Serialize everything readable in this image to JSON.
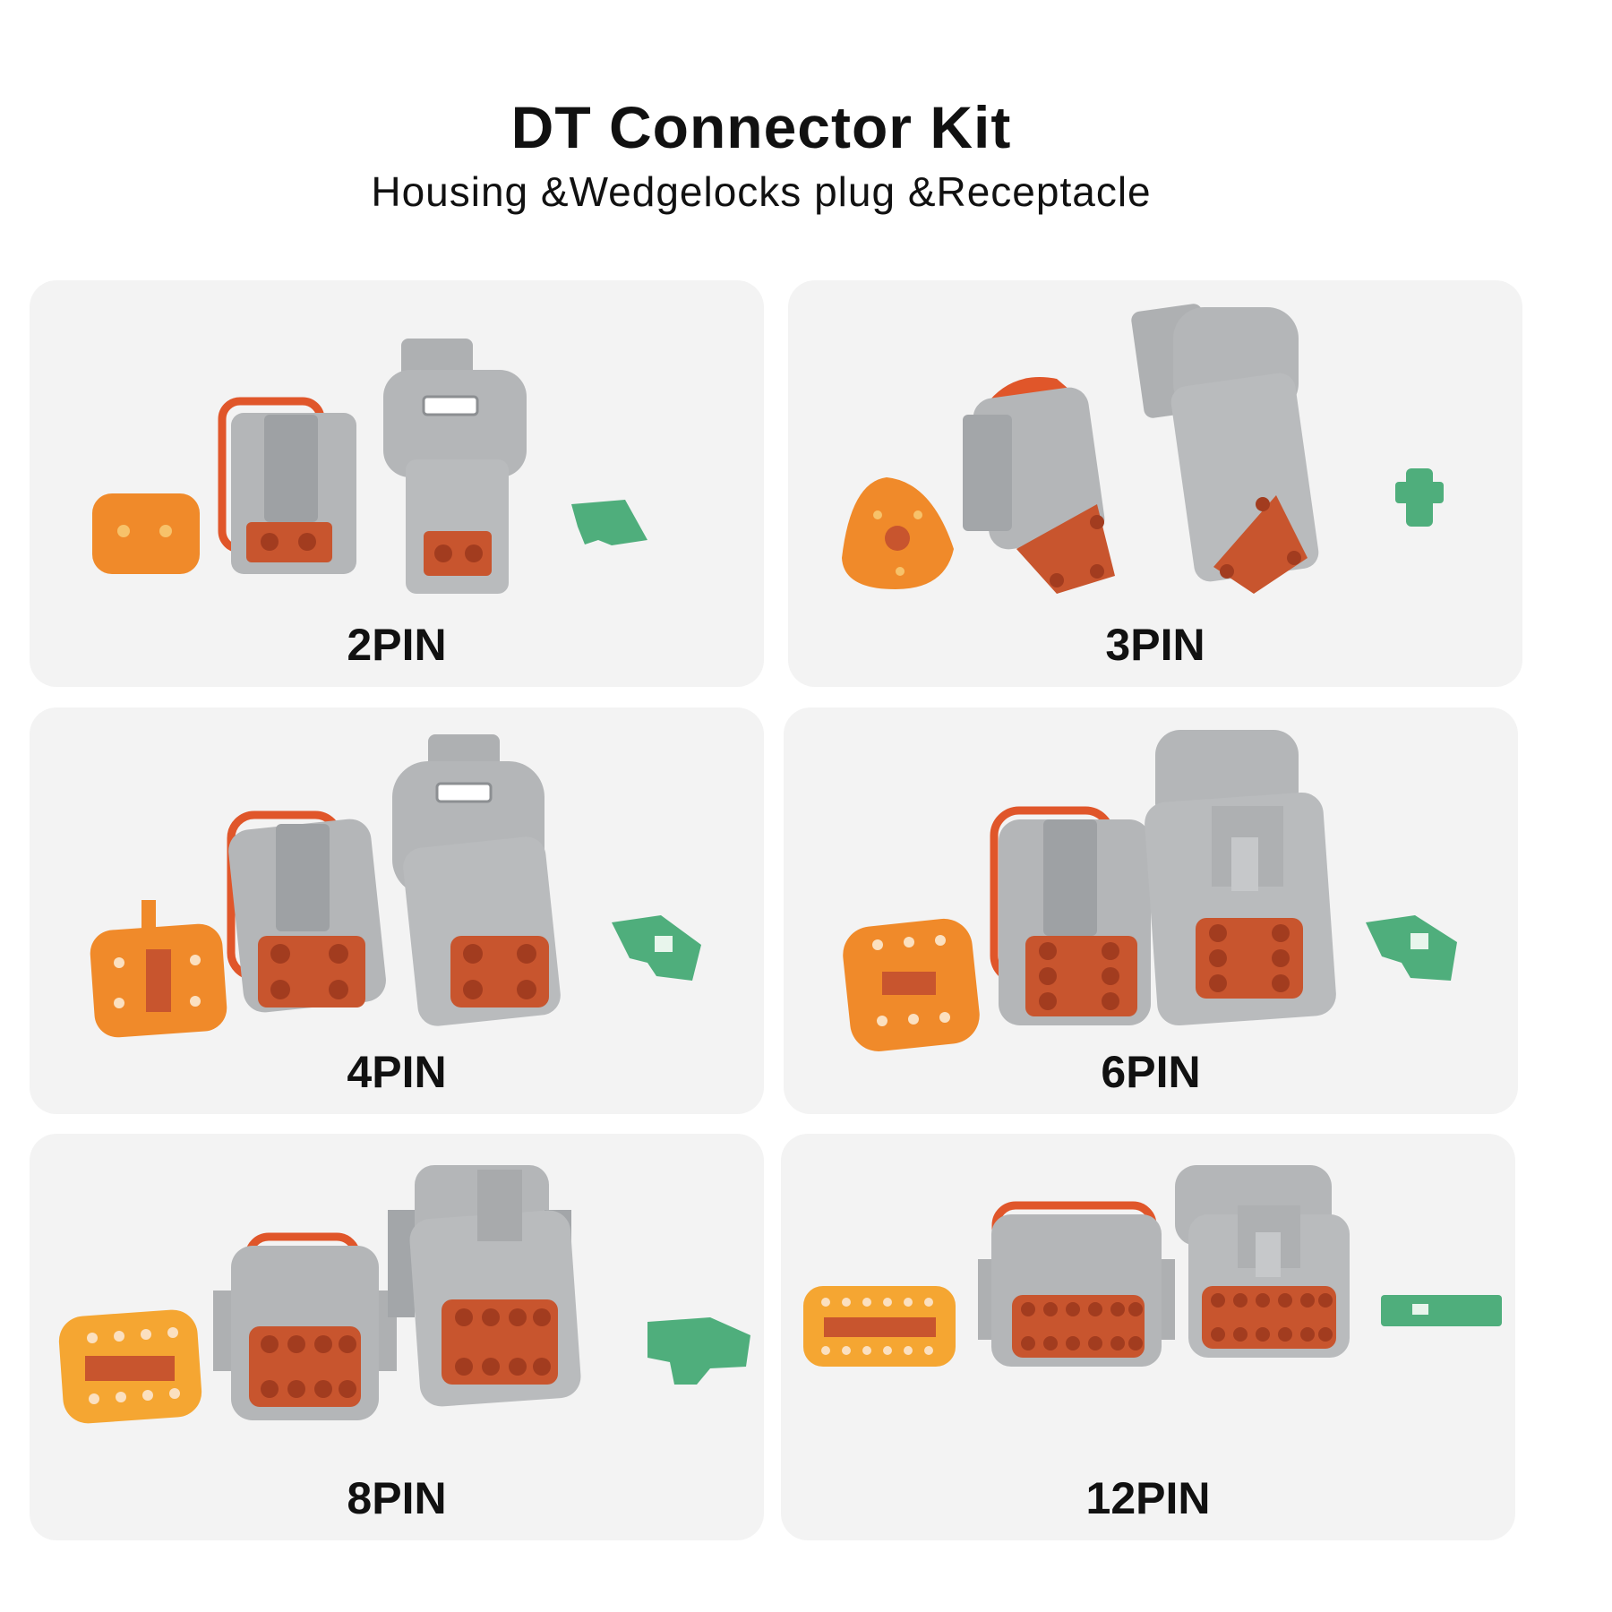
{
  "header": {
    "title": "DT Connector Kit",
    "subtitle": "Housing &Wedgelocks plug &Receptacle"
  },
  "panels": [
    {
      "label": "2PIN"
    },
    {
      "label": "3PIN"
    },
    {
      "label": "4PIN"
    },
    {
      "label": "6PIN"
    },
    {
      "label": "8PIN"
    },
    {
      "label": "12PIN"
    }
  ],
  "colors": {
    "housing_gray": "#b4b6b8",
    "seal_orange": "#f08a2a",
    "face_red": "#c8552e",
    "wedgelock_green": "#4fae7c",
    "panel_bg": "#f3f3f3"
  }
}
